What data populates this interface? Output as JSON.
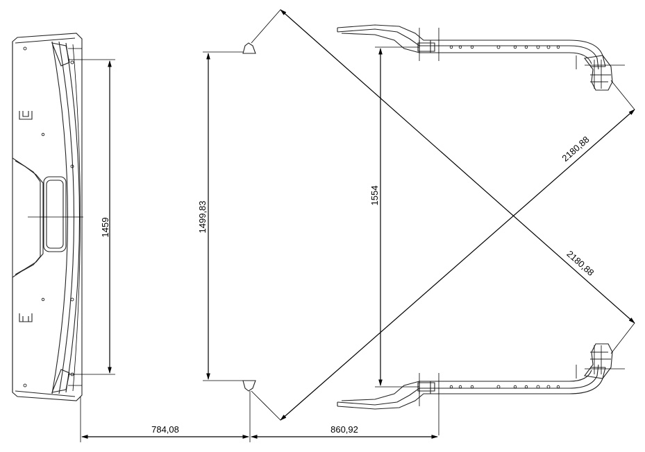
{
  "dimensions": {
    "left_height": "1459",
    "middle_height": "1499,83",
    "right_height": "1554",
    "diagonal_upper": "2180,88",
    "diagonal_lower": "2180,88",
    "bottom_left": "784,08",
    "bottom_right": "860,92"
  }
}
